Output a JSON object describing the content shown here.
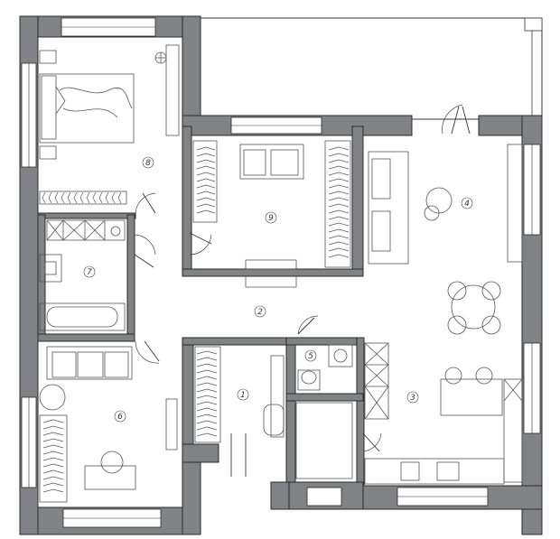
{
  "colors": {
    "wall_fill": "#808285",
    "wall_outline": "#2b2b2b",
    "background": "#ffffff",
    "furniture_line": "#555555"
  },
  "rooms": [
    {
      "number": "1"
    },
    {
      "number": "2"
    },
    {
      "number": "3"
    },
    {
      "number": "4"
    },
    {
      "number": "5"
    },
    {
      "number": "6"
    },
    {
      "number": "7"
    },
    {
      "number": "8"
    },
    {
      "number": "9"
    }
  ]
}
